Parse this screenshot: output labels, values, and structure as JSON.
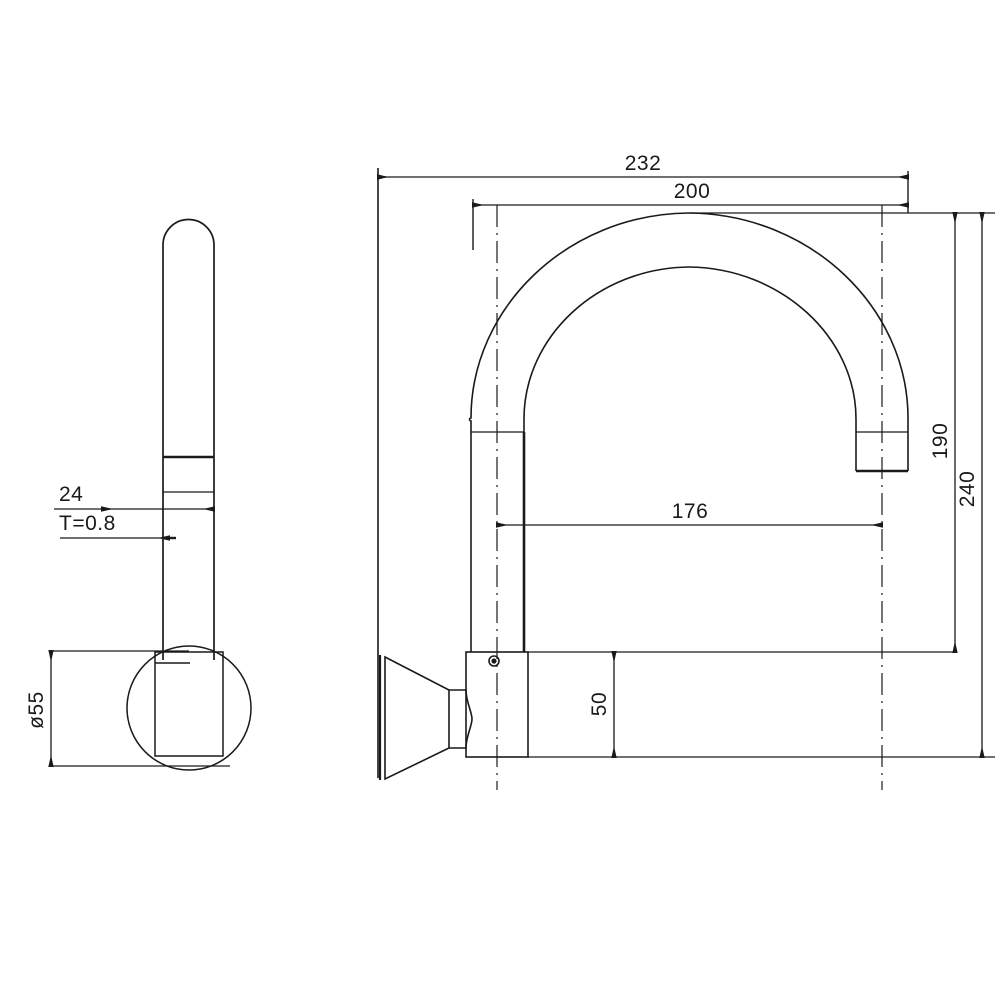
{
  "drawing": {
    "title": "Wall mounted gooseneck basin spout - dimensioned technical drawing",
    "type": "engineering-drawing",
    "units": "mm",
    "line_color": "#1a1a1a",
    "background_color": "#ffffff",
    "views": [
      {
        "name": "side-view",
        "label": ""
      },
      {
        "name": "front-elevation-view",
        "label": ""
      }
    ]
  },
  "dimensions": {
    "overall_projection": "232",
    "arc_span": "200",
    "outlet_reach": "176",
    "outlet_height": "190",
    "overall_height": "240",
    "base_height": "50",
    "tube_diameter": "24",
    "wall_thickness": "T=0.8",
    "flange_diameter": "ø55"
  },
  "labels": {
    "d232": "232",
    "d200": "200",
    "d176": "176",
    "d190": "190",
    "d240": "240",
    "d50": "50",
    "d24": "24",
    "dT": "T=0.8",
    "d55": "ø55"
  }
}
